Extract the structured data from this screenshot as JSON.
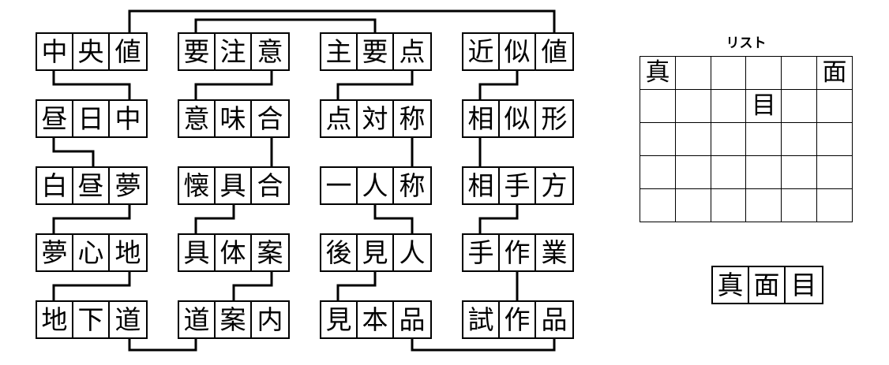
{
  "puzzle": {
    "kind": "kanji-chain-crossword",
    "columns": [
      {
        "id": "col-1",
        "words": [
          {
            "id": "w1-1",
            "chars": [
              "中",
              "央",
              "値"
            ]
          },
          {
            "id": "w1-2",
            "chars": [
              "昼",
              "日",
              "中"
            ]
          },
          {
            "id": "w1-3",
            "chars": [
              "白",
              "昼",
              "夢"
            ]
          },
          {
            "id": "w1-4",
            "chars": [
              "夢",
              "心",
              "地"
            ]
          },
          {
            "id": "w1-5",
            "chars": [
              "地",
              "下",
              "道"
            ]
          }
        ]
      },
      {
        "id": "col-2",
        "words": [
          {
            "id": "w2-1",
            "chars": [
              "要",
              "注",
              "意"
            ]
          },
          {
            "id": "w2-2",
            "chars": [
              "意",
              "味",
              "合"
            ]
          },
          {
            "id": "w2-3",
            "chars": [
              "懐",
              "具",
              "合"
            ]
          },
          {
            "id": "w2-4",
            "chars": [
              "具",
              "体",
              "案"
            ]
          },
          {
            "id": "w2-5",
            "chars": [
              "道",
              "案",
              "内"
            ]
          }
        ]
      },
      {
        "id": "col-3",
        "words": [
          {
            "id": "w3-1",
            "chars": [
              "主",
              "要",
              "点"
            ]
          },
          {
            "id": "w3-2",
            "chars": [
              "点",
              "対",
              "称"
            ]
          },
          {
            "id": "w3-3",
            "chars": [
              "一",
              "人",
              "称"
            ]
          },
          {
            "id": "w3-4",
            "chars": [
              "後",
              "見",
              "人"
            ]
          },
          {
            "id": "w3-5",
            "chars": [
              "見",
              "本",
              "品"
            ]
          }
        ]
      },
      {
        "id": "col-4",
        "words": [
          {
            "id": "w4-1",
            "chars": [
              "近",
              "似",
              "値"
            ]
          },
          {
            "id": "w4-2",
            "chars": [
              "相",
              "似",
              "形"
            ]
          },
          {
            "id": "w4-3",
            "chars": [
              "相",
              "手",
              "方"
            ]
          },
          {
            "id": "w4-4",
            "chars": [
              "手",
              "作",
              "業"
            ]
          },
          {
            "id": "w4-5",
            "chars": [
              "試",
              "作",
              "品"
            ]
          }
        ]
      }
    ]
  },
  "list": {
    "title": "リスト",
    "rows": 5,
    "cols": 6,
    "cells": [
      [
        "真",
        "",
        "",
        "",
        "",
        "面"
      ],
      [
        "",
        "",
        "",
        "目",
        "",
        ""
      ],
      [
        "",
        "",
        "",
        "",
        "",
        ""
      ],
      [
        "",
        "",
        "",
        "",
        "",
        ""
      ],
      [
        "",
        "",
        "",
        "",
        "",
        ""
      ]
    ]
  },
  "answer": {
    "chars": [
      "真",
      "面",
      "目"
    ]
  },
  "colors": {
    "line": "#000000",
    "background": "#ffffff",
    "text": "#000000"
  }
}
